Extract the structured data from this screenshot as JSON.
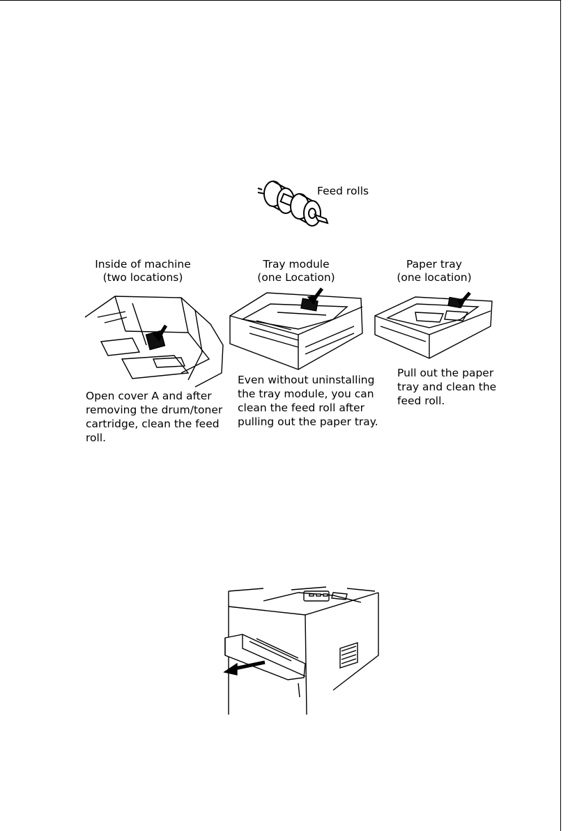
{
  "feed_rolls": {
    "label": "Feed rolls"
  },
  "sections": [
    {
      "heading": [
        "Inside of machine",
        "(two locations)"
      ],
      "body": [
        "Open cover A and after",
        "removing the drum/toner",
        "cartridge, clean the feed",
        "roll."
      ]
    },
    {
      "heading": [
        "Tray module",
        "(one Location)"
      ],
      "body": [
        "Even without uninstalling",
        "the tray module, you can",
        "clean the feed roll after",
        "pulling out the paper tray."
      ]
    },
    {
      "heading": [
        "Paper tray",
        "(one location)"
      ],
      "body": [
        "Pull out the paper",
        "tray and clean the",
        "feed roll."
      ]
    }
  ]
}
